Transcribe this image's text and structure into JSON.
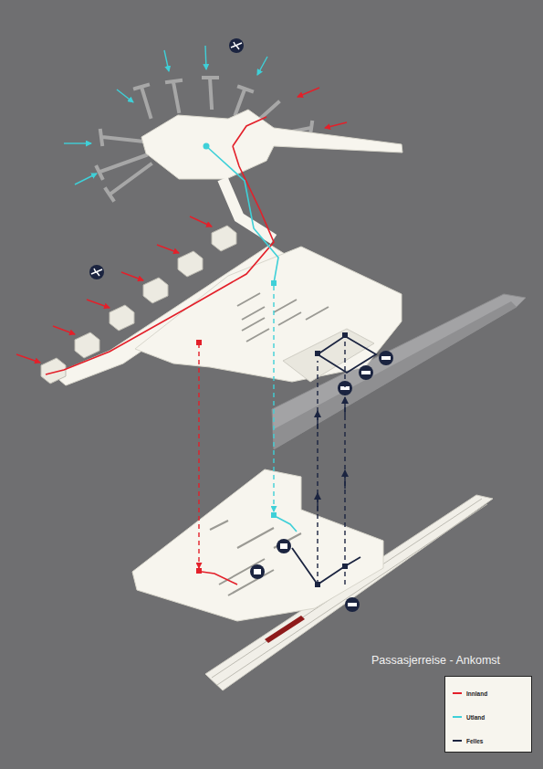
{
  "diagram": {
    "title": "Passasjerreise - Ankomst",
    "legend": [
      {
        "text": "Innland"
      },
      {
        "text": "Utland"
      },
      {
        "text": "Felles"
      }
    ]
  }
}
